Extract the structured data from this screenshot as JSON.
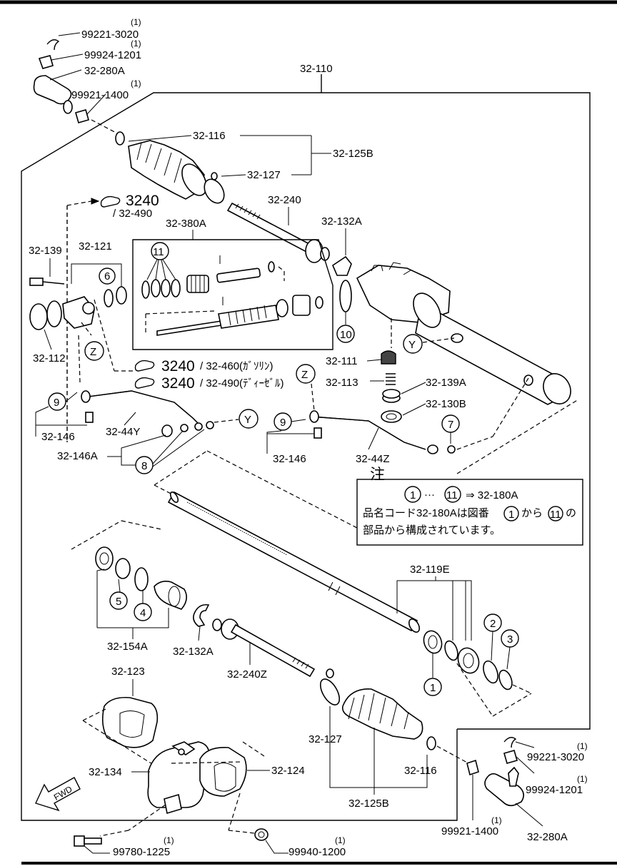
{
  "top_labels": {
    "assembly": "32-110",
    "cotter_pin_qty": "(1)",
    "cotter_pin": "99221-3020",
    "nut_qty": "(1)",
    "nut": "99924-1201",
    "tie_rod_end": "32-280A",
    "lock_nut_qty": "(1)",
    "lock_nut": "99921-1400"
  },
  "upper_parts": {
    "clip": "32-116",
    "boot": "32-125B",
    "band": "32-127",
    "tie_rod": "32-240",
    "washer": "32-132A",
    "ref_top_num": "3240",
    "ref_top_sub": "/ 32-490",
    "kit_label": "32-380A",
    "bolt": "32-139",
    "pinion_seal": "32-121",
    "cover": "32-112",
    "c6": "6",
    "c11": "11",
    "c10": "10",
    "yoke": "32-111",
    "spring": "32-113",
    "yoke_plug": "32-139A",
    "lock_nut2": "32-130B",
    "c7": "7",
    "ref_mid1_num": "3240",
    "ref_mid1_sub": "/ 32-460(ｶﾞｿﾘﾝ)",
    "ref_mid2_num": "3240",
    "ref_mid2_sub": "/ 32-490(ﾃﾞｨｰｾﾞﾙ)",
    "letter_z": "Z",
    "letter_y": "Y"
  },
  "pipes": {
    "c9": "9",
    "c8": "8",
    "pipe_y": "32-44Y",
    "pipe_z": "32-44Z",
    "union_bolt": "32-146",
    "union_bolt_a": "32-146A"
  },
  "note": {
    "title": "注",
    "range_from": "1",
    "range_sep": "···",
    "range_to": "11",
    "arrow_target": "⇒ 32-180A",
    "line2_a": "品名コード32-180Aは図番",
    "line2_from": "1",
    "line2_b": "から",
    "line2_to": "11",
    "line2_c": "の",
    "line3": "部品から構成されています。"
  },
  "lower_parts": {
    "rack_seal_kit": "32-119E",
    "c1": "1",
    "c2": "2",
    "c3": "3",
    "c4": "4",
    "c5": "5",
    "cyl_seal_kit": "32-154A",
    "washer": "32-132A",
    "tie_rod": "32-240Z",
    "mount_bush": "32-123",
    "band": "32-127",
    "boot": "32-125B",
    "clip": "32-116",
    "bracket": "32-134",
    "rubber_mount": "32-124",
    "fwd": "FWD"
  },
  "bottom_labels": {
    "cotter_pin_qty": "(1)",
    "cotter_pin": "99221-3020",
    "nut_qty": "(1)",
    "nut": "99924-1201",
    "lock_nut_qty": "(1)",
    "lock_nut": "99921-1400",
    "tie_rod_end": "32-280A",
    "bolt_qty": "(1)",
    "bolt": "99780-1225",
    "nut2_qty": "(1)",
    "nut2": "99940-1200"
  }
}
